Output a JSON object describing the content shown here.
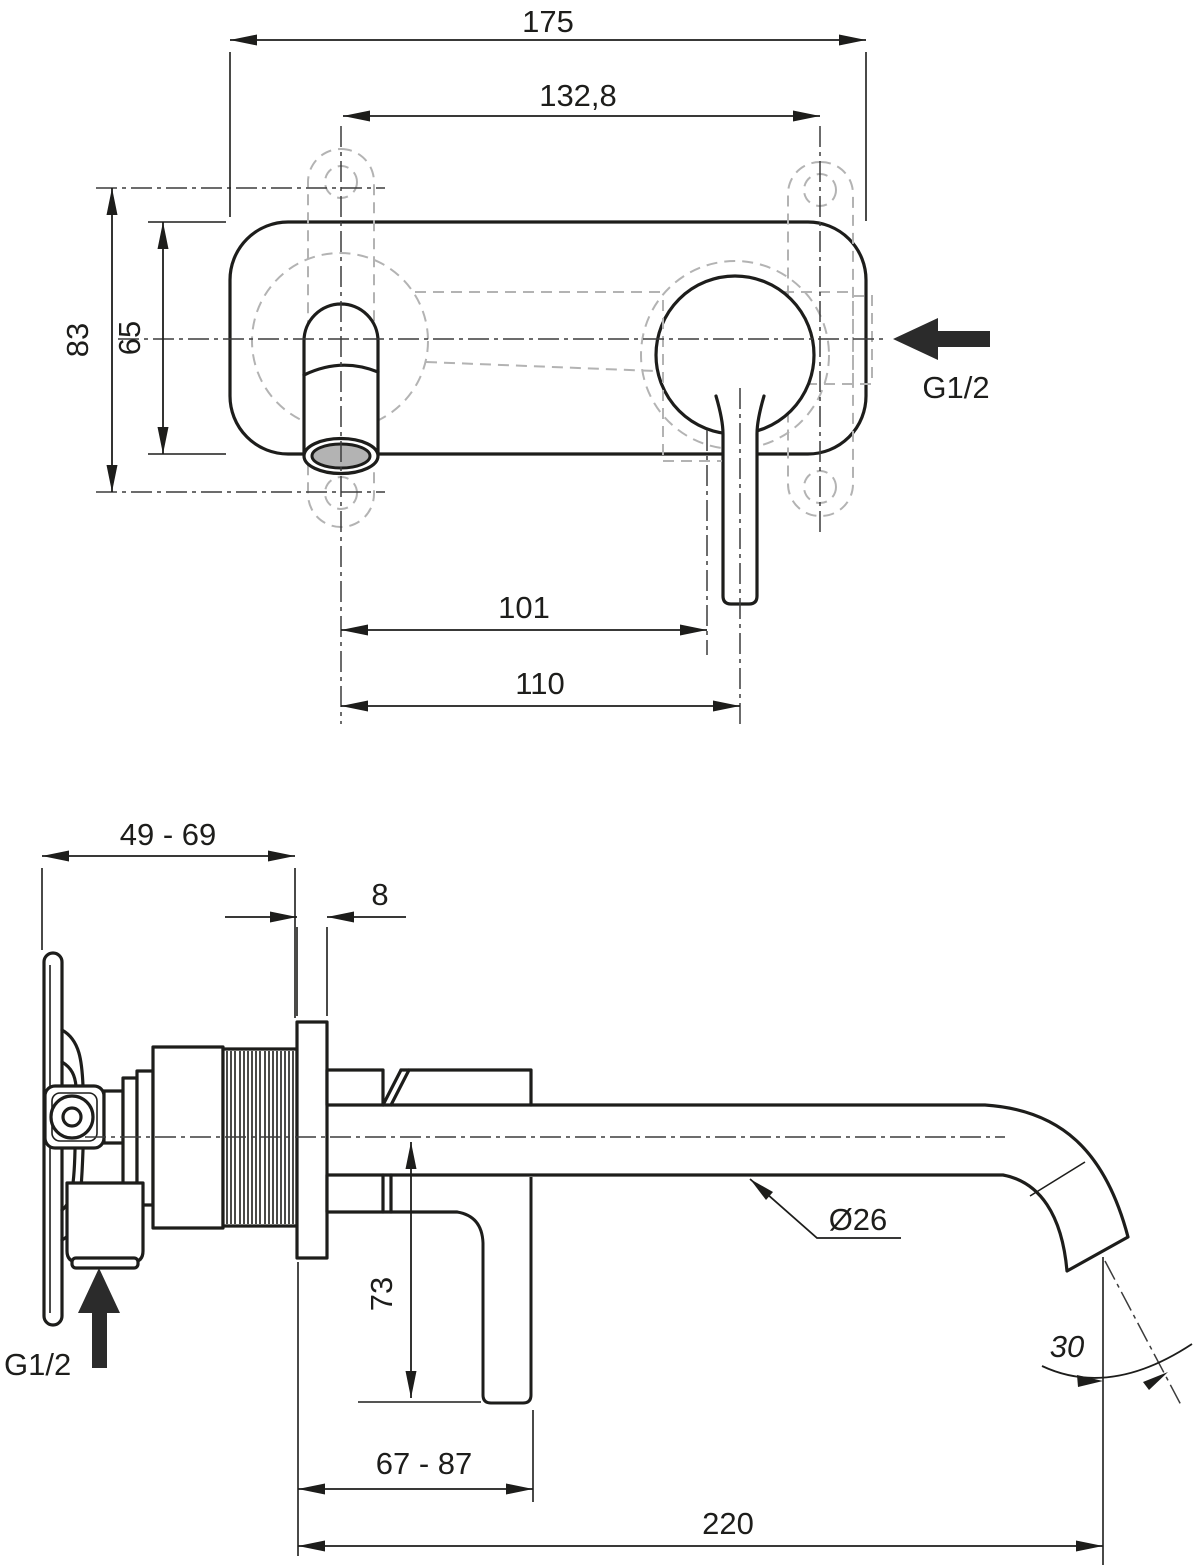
{
  "front_view": {
    "total_width": "175",
    "mounting_hole_spacing": "132,8",
    "total_height": "83",
    "plate_height": "65",
    "spout_to_lever": "101",
    "spout_to_lever_axis": "110",
    "inlet_thread": "G1/2"
  },
  "side_view": {
    "rough_in_depth": "49 - 69",
    "plate_thickness": "8",
    "lever_drop": "73",
    "lever_projection": "67 - 87",
    "spout_reach": "220",
    "spout_diameter": "Ø26",
    "spout_angle": "30",
    "inlet_thread": "G1/2"
  },
  "colors": {
    "line": "#1d1d1b",
    "ghost": "#b3b3b3",
    "outlet_fill": "#b3b3b3",
    "background": "#ffffff"
  }
}
